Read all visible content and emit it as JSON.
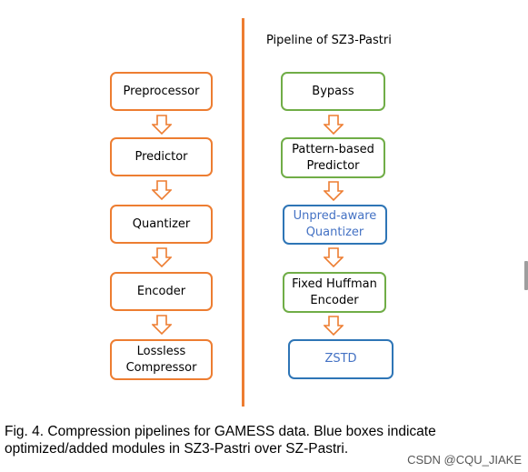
{
  "diagram": {
    "right_title": "Pipeline of SZ3-Pastri",
    "left_pipeline": [
      {
        "label": "Preprocessor"
      },
      {
        "label": "Predictor"
      },
      {
        "label": "Quantizer"
      },
      {
        "label": "Encoder"
      },
      {
        "label": "Lossless\nCompressor"
      }
    ],
    "right_pipeline": [
      {
        "label": "Bypass"
      },
      {
        "label": "Pattern-based\nPredictor"
      },
      {
        "label": "Unpred-aware\nQuantizer"
      },
      {
        "label": "Fixed Huffman\nEncoder"
      },
      {
        "label": "ZSTD"
      }
    ]
  },
  "caption": "Fig. 4. Compression pipelines for GAMESS data. Blue boxes indicate optimized/added modules in SZ3-Pastri over SZ-Pastri.",
  "watermark": "CSDN @CQU_JIAKE",
  "colors": {
    "orange": "#ED7D31",
    "green": "#70AD47",
    "blue": "#2E75B6",
    "blue_text": "#4472C4"
  }
}
